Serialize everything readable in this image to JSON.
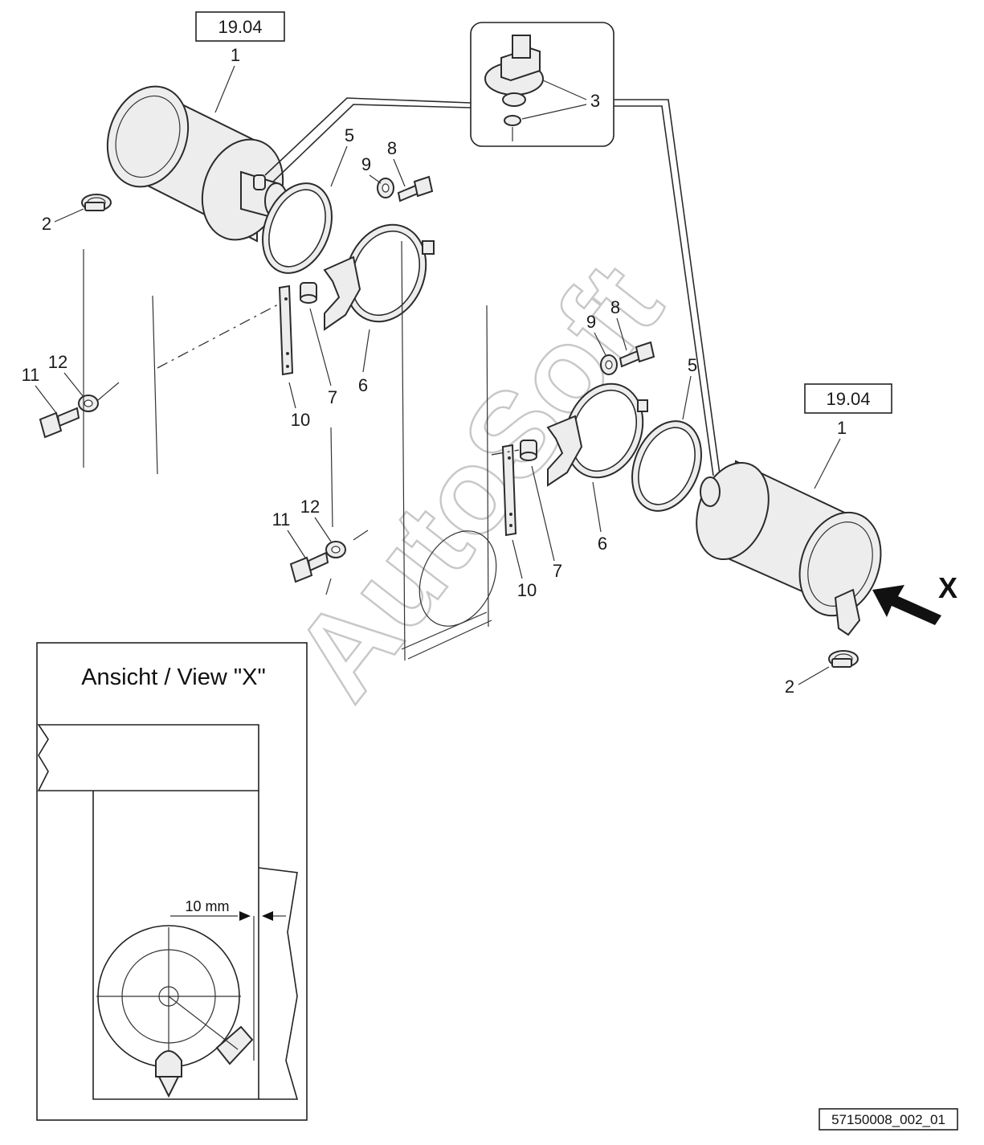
{
  "reference_box": {
    "left": "19.04",
    "right": "19.04"
  },
  "callouts": {
    "c1_left": "1",
    "c1_right": "1",
    "c2_left": "2",
    "c2_right": "2",
    "c3": "3",
    "c5_left": "5",
    "c5_right": "5",
    "c6_left": "6",
    "c6_right": "6",
    "c7_left": "7",
    "c7_right": "7",
    "c8_left": "8",
    "c8_right": "8",
    "c9_left": "9",
    "c9_right": "9",
    "c10_left": "10",
    "c10_mid": "10",
    "c11_left": "11",
    "c11_mid": "11",
    "c12_left": "12",
    "c12_mid": "12"
  },
  "view_arrow_label": "X",
  "view_panel": {
    "title": "Ansicht / View \"X\"",
    "dimension": "10 mm"
  },
  "watermark": "AutoSoft",
  "drawing_number": "57150008_002_01"
}
